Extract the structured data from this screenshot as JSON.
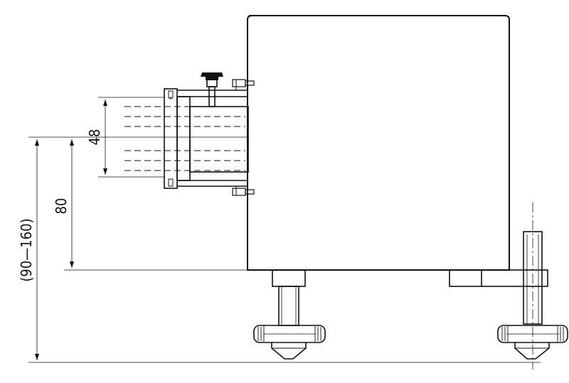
{
  "drawing": {
    "dimensions": {
      "bore_diameter": "48",
      "axis_height": "80",
      "adjust_range": "(90—160)"
    },
    "colors": {
      "line": "#111111",
      "background": "#ffffff"
    }
  }
}
